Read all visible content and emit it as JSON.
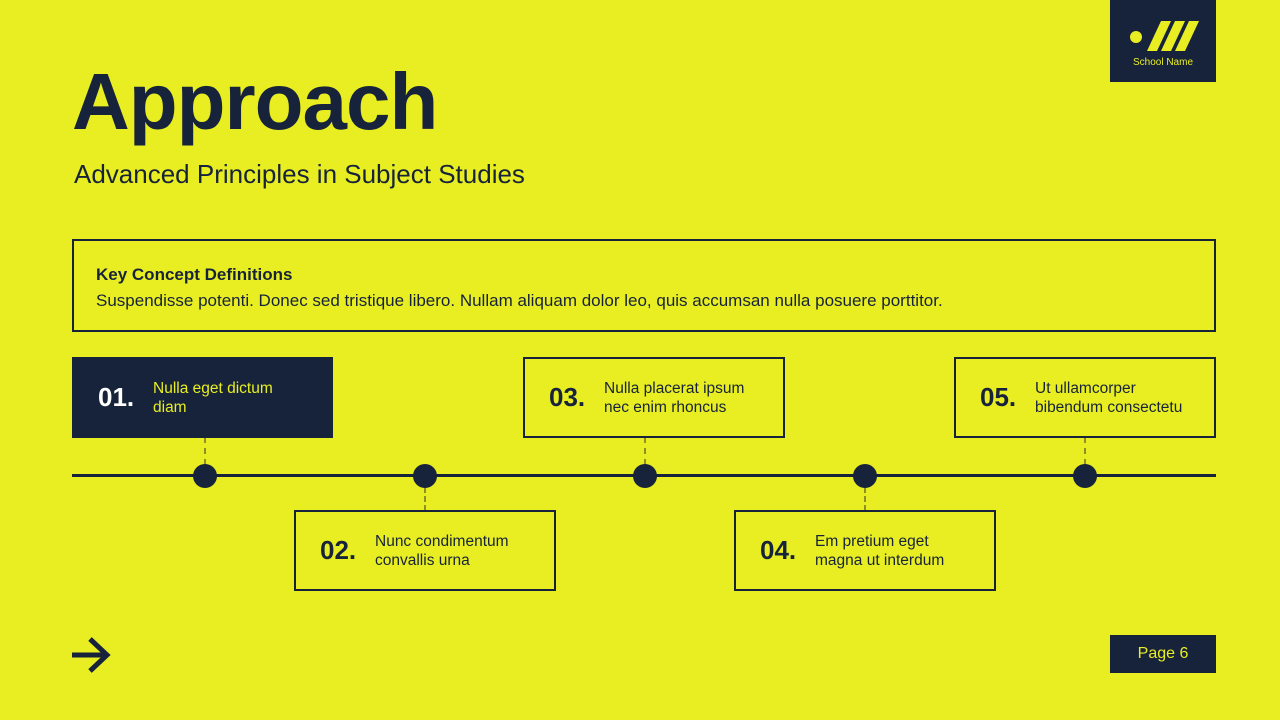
{
  "logo": {
    "text": "School Name",
    "icon": "school-logo-icon"
  },
  "header": {
    "title": "Approach",
    "subtitle": "Advanced Principles in Subject Studies"
  },
  "definition": {
    "heading": "Key Concept Definitions",
    "text": "Suspendisse potenti. Donec sed tristique libero. Nullam aliquam dolor leo, quis accumsan nulla posuere porttitor."
  },
  "steps": [
    {
      "number": "01.",
      "line1": "Nulla eget dictum",
      "line2": "diam"
    },
    {
      "number": "02.",
      "line1": "Nunc condimentum",
      "line2": "convallis urna"
    },
    {
      "number": "03.",
      "line1": "Nulla placerat ipsum",
      "line2": "nec enim rhoncus"
    },
    {
      "number": "04.",
      "line1": "Em pretium eget",
      "line2": "magna ut interdum"
    },
    {
      "number": "05.",
      "line1": "Ut ullamcorper",
      "line2": "bibendum consectetu"
    }
  ],
  "footer": {
    "arrow_icon": "arrow-right-icon",
    "page_label": "Page 6"
  },
  "colors": {
    "background": "#e8ee22",
    "navy": "#17233a"
  }
}
